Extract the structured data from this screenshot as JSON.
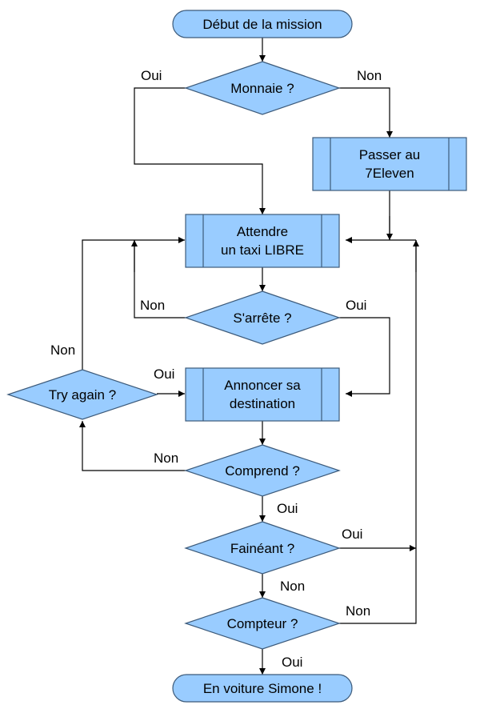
{
  "colors": {
    "node_fill": "#99ccff",
    "node_stroke": "#3c5a7a",
    "line": "#000000"
  },
  "nodes": {
    "start": "Début de la mission",
    "monnaie": "Monnaie ?",
    "passer": [
      "Passer au",
      "7Eleven"
    ],
    "attendre": [
      "Attendre",
      "un taxi LIBRE"
    ],
    "arrete": "S'arrête ?",
    "annoncer": [
      "Annoncer sa",
      "destination"
    ],
    "try_again": "Try again ?",
    "comprend": "Comprend ?",
    "faineant": "Fainéant ?",
    "compteur": "Compteur ?",
    "end": "En voiture Simone !"
  },
  "edge_labels": {
    "monnaie_oui": "Oui",
    "monnaie_non": "Non",
    "arrete_non": "Non",
    "arrete_oui": "Oui",
    "tryagain_non": "Non",
    "tryagain_oui": "Oui",
    "comprend_non": "Non",
    "comprend_oui": "Oui",
    "faineant_oui": "Oui",
    "faineant_non": "Non",
    "compteur_non": "Non",
    "compteur_oui": "Oui"
  }
}
